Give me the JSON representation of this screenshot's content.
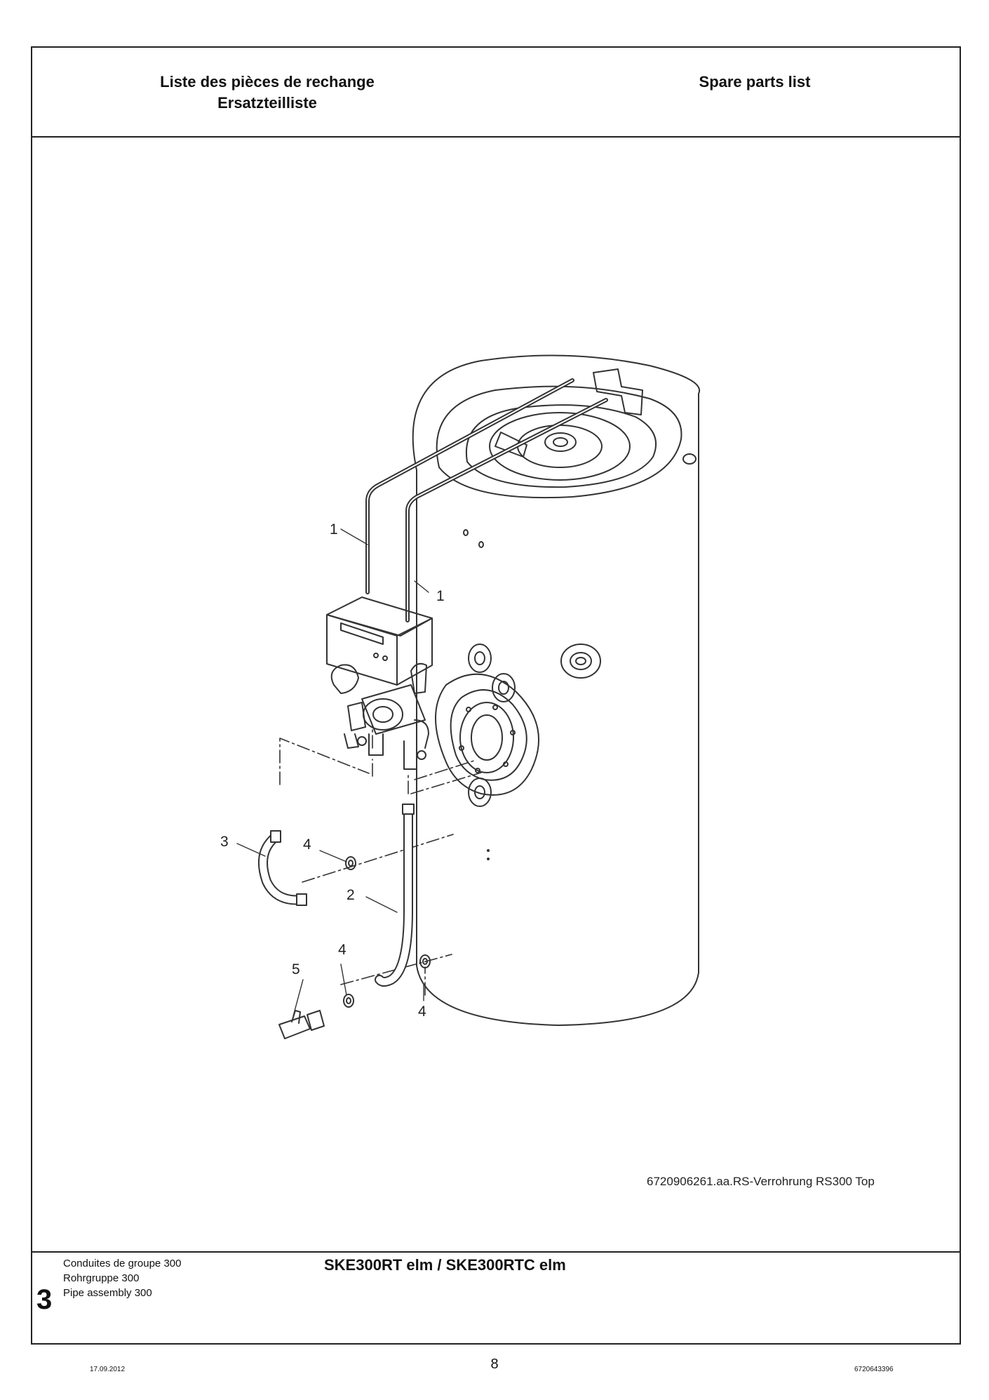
{
  "header": {
    "title_fr": "Liste des pièces de rechange",
    "title_de": "Ersatzteilliste",
    "title_en": "Spare parts list"
  },
  "diagram": {
    "figure_ref": "6720906261.aa.RS-Verrohrung RS300 Top",
    "callouts": [
      "1",
      "1",
      "3",
      "4",
      "2",
      "4",
      "5",
      "4"
    ]
  },
  "section": {
    "number": "3",
    "name_fr": "Conduites de groupe 300",
    "name_de": "Rohrgruppe 300",
    "name_en": "Pipe assembly 300",
    "model": "SKE300RT elm / SKE300RTC elm"
  },
  "footer": {
    "date": "17.09.2012",
    "page": "8",
    "doc_code": "6720643396"
  }
}
